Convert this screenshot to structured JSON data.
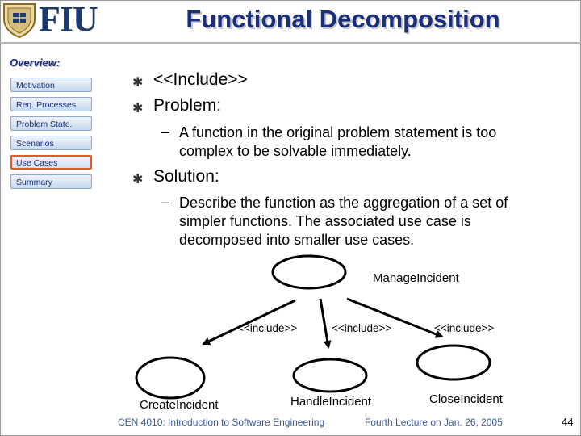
{
  "logo": {
    "text": "FIU"
  },
  "title": "Functional Decomposition",
  "sidebar": {
    "heading": "Overview:",
    "items": [
      {
        "label": "Motivation",
        "active": false
      },
      {
        "label": "Req. Processes",
        "active": false
      },
      {
        "label": "Problem State.",
        "active": false
      },
      {
        "label": "Scenarios",
        "active": false
      },
      {
        "label": "Use Cases",
        "active": true
      },
      {
        "label": "Summary",
        "active": false
      }
    ]
  },
  "content": {
    "bullet_include": "<<Include>>",
    "bullet_problem": "Problem:",
    "problem_sub_1": "A function in the original problem statement is too",
    "problem_sub_2": "complex to be solvable immediately.",
    "bullet_solution": "Solution:",
    "solution_sub_1": "Describe the function as  the aggregation of a set of",
    "solution_sub_2": "simpler functions. The associated use case is",
    "solution_sub_3": "decomposed into smaller use cases."
  },
  "diagram": {
    "parent_label": "ManageIncident",
    "include_1": "<<include>>",
    "include_2": "<<include>>",
    "include_3": "<<include>>",
    "child_1": "CreateIncident",
    "child_2": "HandleIncident",
    "child_3": "CloseIncident"
  },
  "footer": {
    "course": "CEN 4010: Introduction to Software Engineering",
    "lecture": "Fourth Lecture  on Jan. 26, 2005",
    "page": "44"
  },
  "colors": {
    "title": "#1a2f7a",
    "active_border": "#e25a2a",
    "footer": "#3c5a9a"
  }
}
